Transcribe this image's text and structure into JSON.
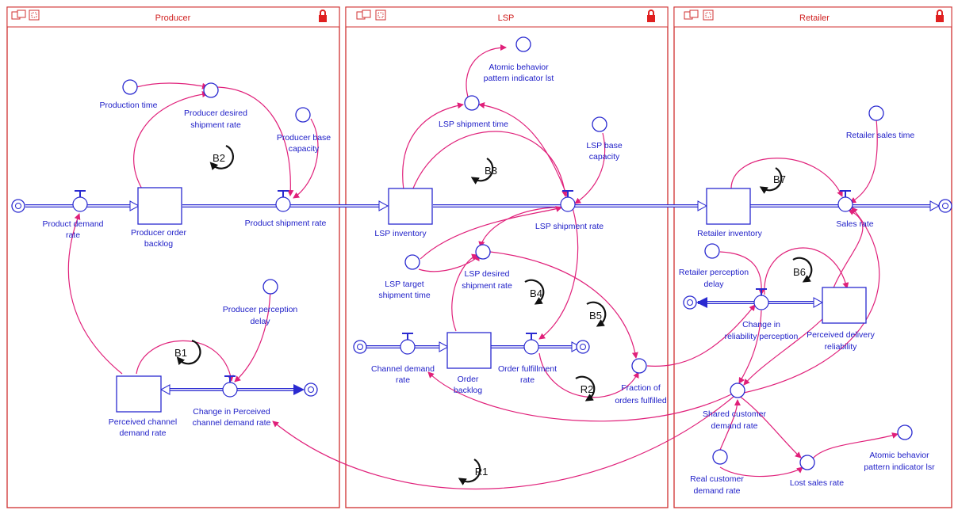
{
  "panels": [
    {
      "title": "Producer"
    },
    {
      "title": "LSP"
    },
    {
      "title": "Retailer"
    }
  ],
  "stocks": {
    "producer_order_backlog": [
      "Producer order",
      "backlog"
    ],
    "perceived_channel_demand_rate": [
      "Perceived channel",
      "demand rate"
    ],
    "lsp_inventory": [
      "LSP inventory"
    ],
    "order_backlog": [
      "Order",
      "backlog"
    ],
    "retailer_inventory": [
      "Retailer inventory"
    ],
    "perceived_delivery_reliability": [
      "Perceived delivery",
      "reliability"
    ]
  },
  "flows": {
    "product_demand_rate": [
      "Product demand",
      "rate"
    ],
    "product_shipment_rate": [
      "Product shipment rate"
    ],
    "change_perceived_channel_demand_rate": [
      "Change in Perceived",
      "channel demand rate"
    ],
    "lsp_shipment_rate": [
      "LSP shipment rate"
    ],
    "channel_demand_rate": [
      "Channel demand",
      "rate"
    ],
    "order_fulfillment_rate": [
      "Order fulfillment",
      "rate"
    ],
    "sales_rate": [
      "Sales rate"
    ],
    "change_reliability_perception": [
      "Change in",
      "reliability perception"
    ]
  },
  "auxiliaries": {
    "production_time": [
      "Production time"
    ],
    "producer_desired_shipment_rate": [
      "Producer desired",
      "shipment rate"
    ],
    "producer_base_capacity": [
      "Producer base",
      "capacity"
    ],
    "producer_perception_delay": [
      "Producer perception",
      "delay"
    ],
    "atomic_behavior_lst": [
      "Atomic behavior",
      "pattern indicator lst"
    ],
    "lsp_shipment_time": [
      "LSP shipment time"
    ],
    "lsp_base_capacity": [
      "LSP base",
      "capacity"
    ],
    "lsp_target_shipment_time": [
      "LSP target",
      "shipment time"
    ],
    "lsp_desired_shipment_rate": [
      "LSP desired",
      "shipment rate"
    ],
    "fraction_orders_fulfilled": [
      "Fraction of",
      "orders fulfilled"
    ],
    "retailer_sales_time": [
      "Retailer sales time"
    ],
    "retailer_perception_delay": [
      "Retailer perception",
      "delay"
    ],
    "shared_customer_demand_rate": [
      "Shared customer",
      "demand rate"
    ],
    "real_customer_demand_rate": [
      "Real customer",
      "demand rate"
    ],
    "lost_sales_rate": [
      "Lost sales rate"
    ],
    "atomic_behavior_lsr": [
      "Atomic behavior",
      "pattern indicator lsr"
    ]
  },
  "loops": {
    "B1": "B1",
    "B2": "B2",
    "B3": "B3",
    "B4": "B4",
    "B5": "B5",
    "B6": "B6",
    "B7": "B7",
    "R1": "R1",
    "R2": "R2"
  },
  "colors": {
    "panel": "#d03030",
    "stock_flow": "#2a2ad0",
    "link": "#e0207a",
    "label": "#2020c8",
    "loop": "#111111"
  }
}
